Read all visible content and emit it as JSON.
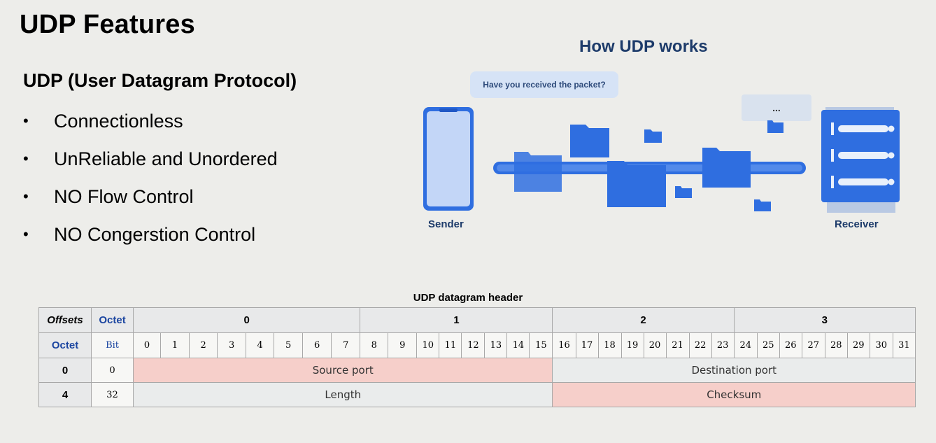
{
  "slide": {
    "title": "UDP Features",
    "subtitle": "UDP (User Datagram Protocol)",
    "bullets": [
      "Connectionless",
      "UnReliable and Unordered",
      "NO Flow Control",
      "NO Congerstion Control"
    ],
    "bullet_glyph": "•"
  },
  "illustration": {
    "title": "How UDP works",
    "question": "Have you received the packet?",
    "reply": "...",
    "sender_label": "Sender",
    "receiver_label": "Receiver",
    "colors": {
      "accent": "#2f6ee0",
      "dark": "#1d3b6a",
      "light": "#d6e3f6"
    }
  },
  "table": {
    "caption": "UDP datagram header",
    "offsets_label": "Offsets",
    "octet_label": "Octet",
    "bit_label": "Bit",
    "octet_headers": [
      "0",
      "1",
      "2",
      "3"
    ],
    "bits": [
      "0",
      "1",
      "2",
      "3",
      "4",
      "5",
      "6",
      "7",
      "8",
      "9",
      "10",
      "11",
      "12",
      "13",
      "14",
      "15",
      "16",
      "17",
      "18",
      "19",
      "20",
      "21",
      "22",
      "23",
      "24",
      "25",
      "26",
      "27",
      "28",
      "29",
      "30",
      "31"
    ],
    "rows": [
      {
        "octet": "0",
        "bit": "0",
        "fields": [
          "Source port",
          "Destination port"
        ]
      },
      {
        "octet": "4",
        "bit": "32",
        "fields": [
          "Length",
          "Checksum"
        ]
      }
    ],
    "colors": {
      "pink": "#f6cfca",
      "grey": "#eaecec",
      "header": "#e8e9ea",
      "blue": "#1b45a0"
    }
  }
}
